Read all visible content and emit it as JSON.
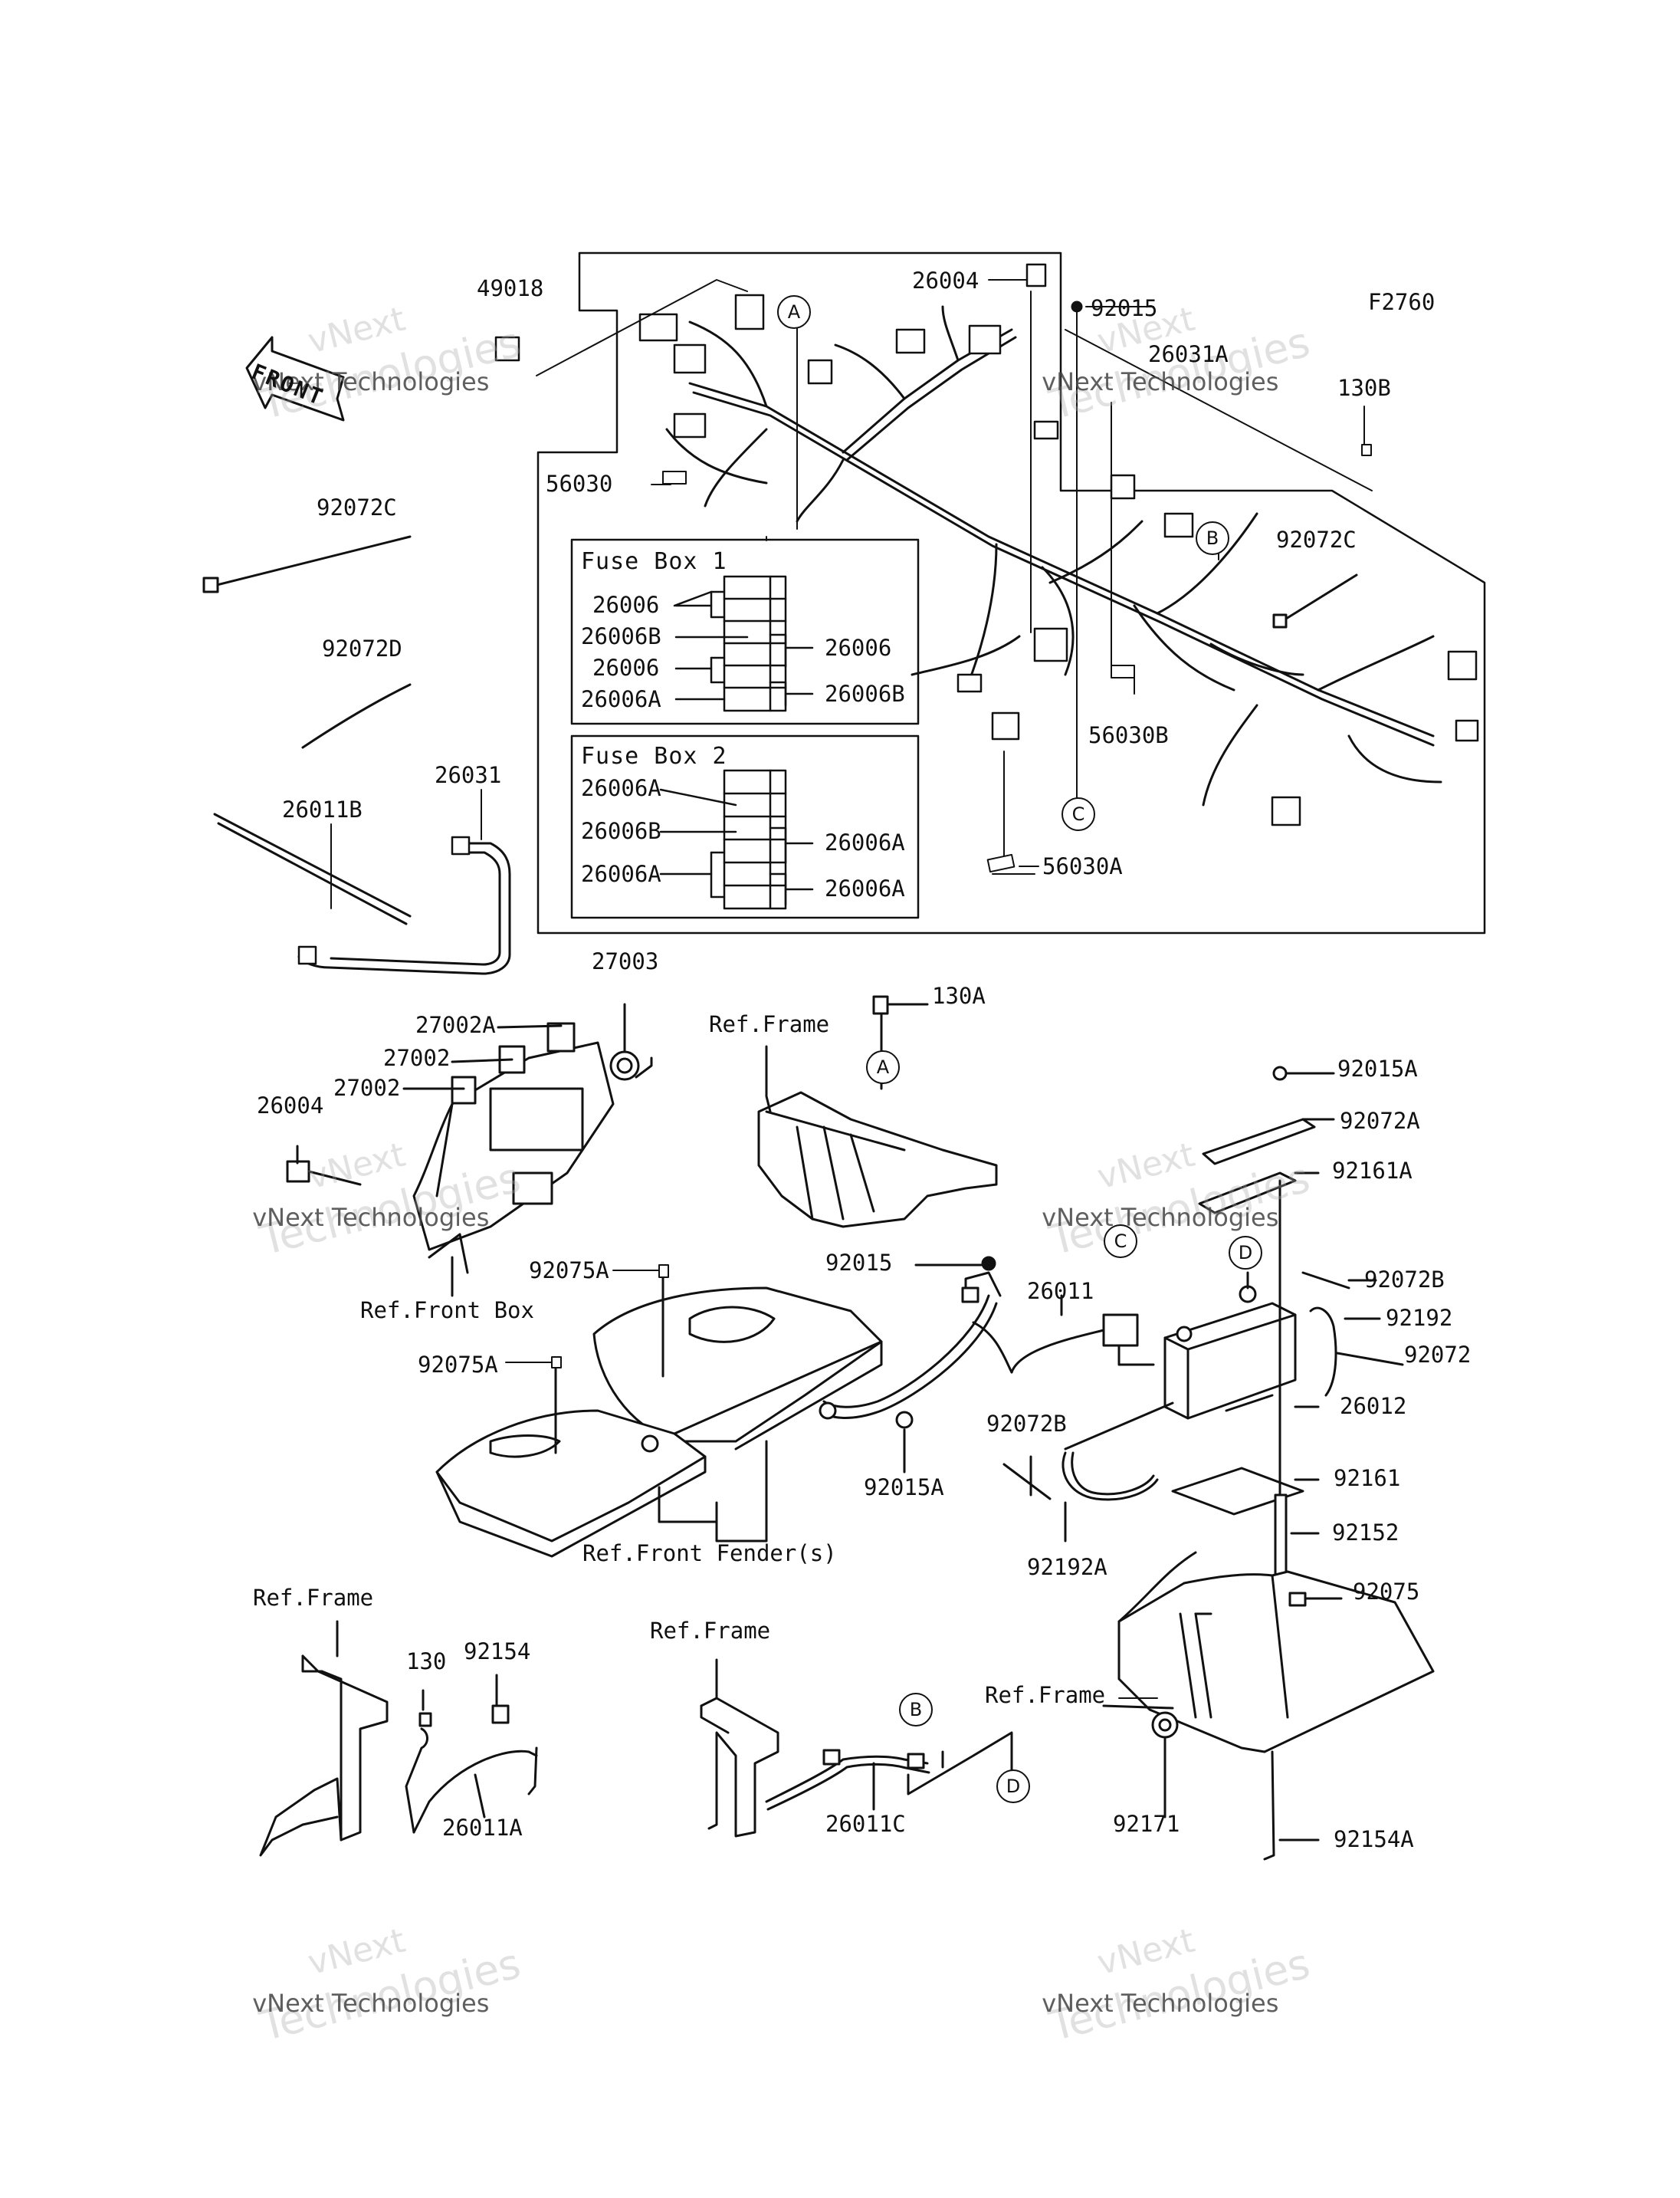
{
  "diagram_code": "F2760",
  "front_arrow": "FRONT",
  "watermark": {
    "line1": "vNext",
    "line2": "vNext Technologies",
    "line3": "Technologies"
  },
  "fuse_box_1": {
    "title": "Fuse Box 1",
    "left_labels": [
      "26006",
      "26006B",
      "26006",
      "26006A"
    ],
    "right_labels": [
      "26006",
      "26006B"
    ]
  },
  "fuse_box_2": {
    "title": "Fuse Box 2",
    "left_labels": [
      "26006A",
      "26006B",
      "26006A"
    ],
    "right_labels": [
      "26006A",
      "26006A"
    ]
  },
  "callouts": {
    "a": "A",
    "b": "B",
    "c": "C",
    "d": "D"
  },
  "parts": {
    "p49018": "49018",
    "p26004_top": "26004",
    "p92015_top": "92015",
    "p26031A": "26031A",
    "p130B": "130B",
    "p56030": "56030",
    "p92072C_left": "92072C",
    "p92072C_right": "92072C",
    "p92072D": "92072D",
    "p56030B": "56030B",
    "p56030A": "56030A",
    "p26031": "26031",
    "p26011B": "26011B",
    "p27003": "27003",
    "p27002A": "27002A",
    "p27002_1": "27002",
    "p27002_2": "27002",
    "p26004_mid": "26004",
    "p130A": "130A",
    "ref_frame_1": "Ref.Frame",
    "p92015A_top": "92015A",
    "p92072A": "92072A",
    "p92161A": "92161A",
    "ref_front_box": "Ref.Front Box",
    "p92075A_1": "92075A",
    "p92075A_2": "92075A",
    "p92015_mid": "92015",
    "p26011": "26011",
    "p92072B_right": "92072B",
    "p92192": "92192",
    "p92072": "92072",
    "p26012": "26012",
    "p92015A_mid": "92015A",
    "p92072B_mid": "92072B",
    "p92161": "92161",
    "ref_front_fender": "Ref.Front Fender(s)",
    "p92192A": "92192A",
    "p92152": "92152",
    "p92075": "92075",
    "ref_frame_2": "Ref.Frame",
    "p130": "130",
    "p92154": "92154",
    "ref_frame_3": "Ref.Frame",
    "ref_frame_4": "Ref.Frame",
    "p26011A": "26011A",
    "p26011C": "26011C",
    "p92171": "92171",
    "p92154A": "92154A"
  }
}
